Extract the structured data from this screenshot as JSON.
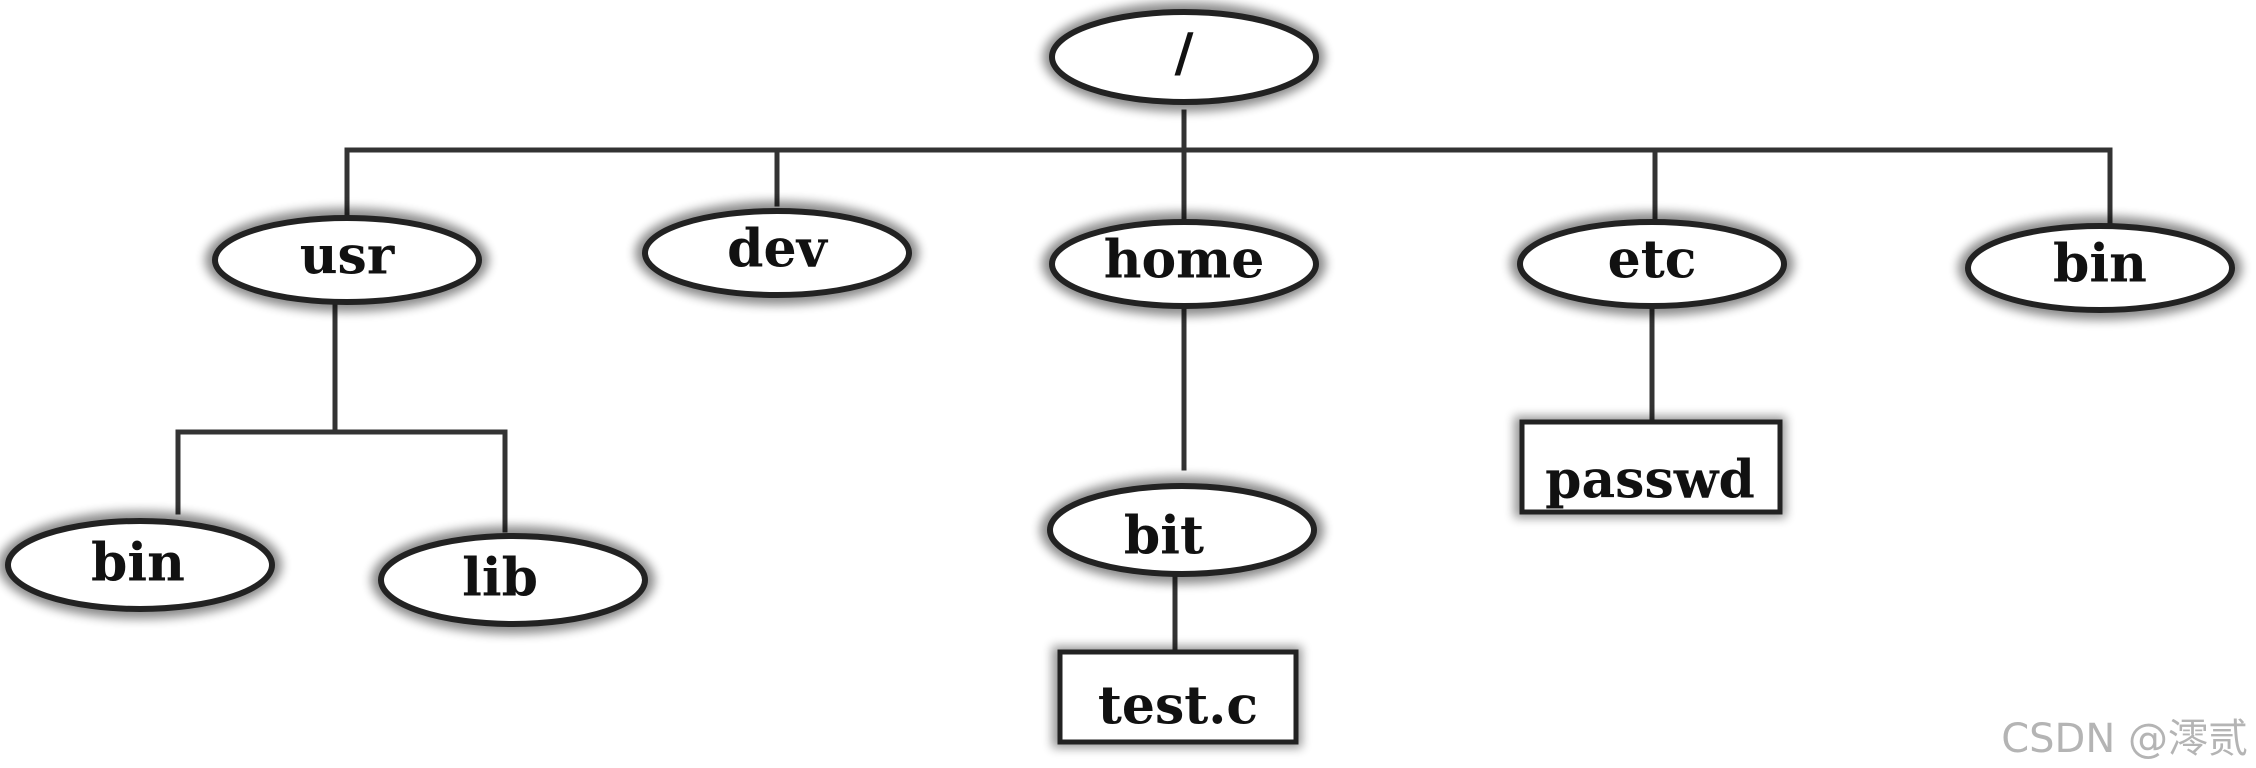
{
  "diagram": {
    "root": "/",
    "top_dirs": [
      "usr",
      "dev",
      "home",
      "etc",
      "bin"
    ],
    "usr_children": [
      "bin",
      "lib"
    ],
    "home_child": "bit",
    "bit_child_file": "test.c",
    "etc_child_file": "passwd"
  },
  "watermark": "CSDN @澪贰",
  "colors": {
    "line": "#333333",
    "text": "#111111",
    "background": "#ffffff",
    "watermark": "#b4b4b4"
  }
}
